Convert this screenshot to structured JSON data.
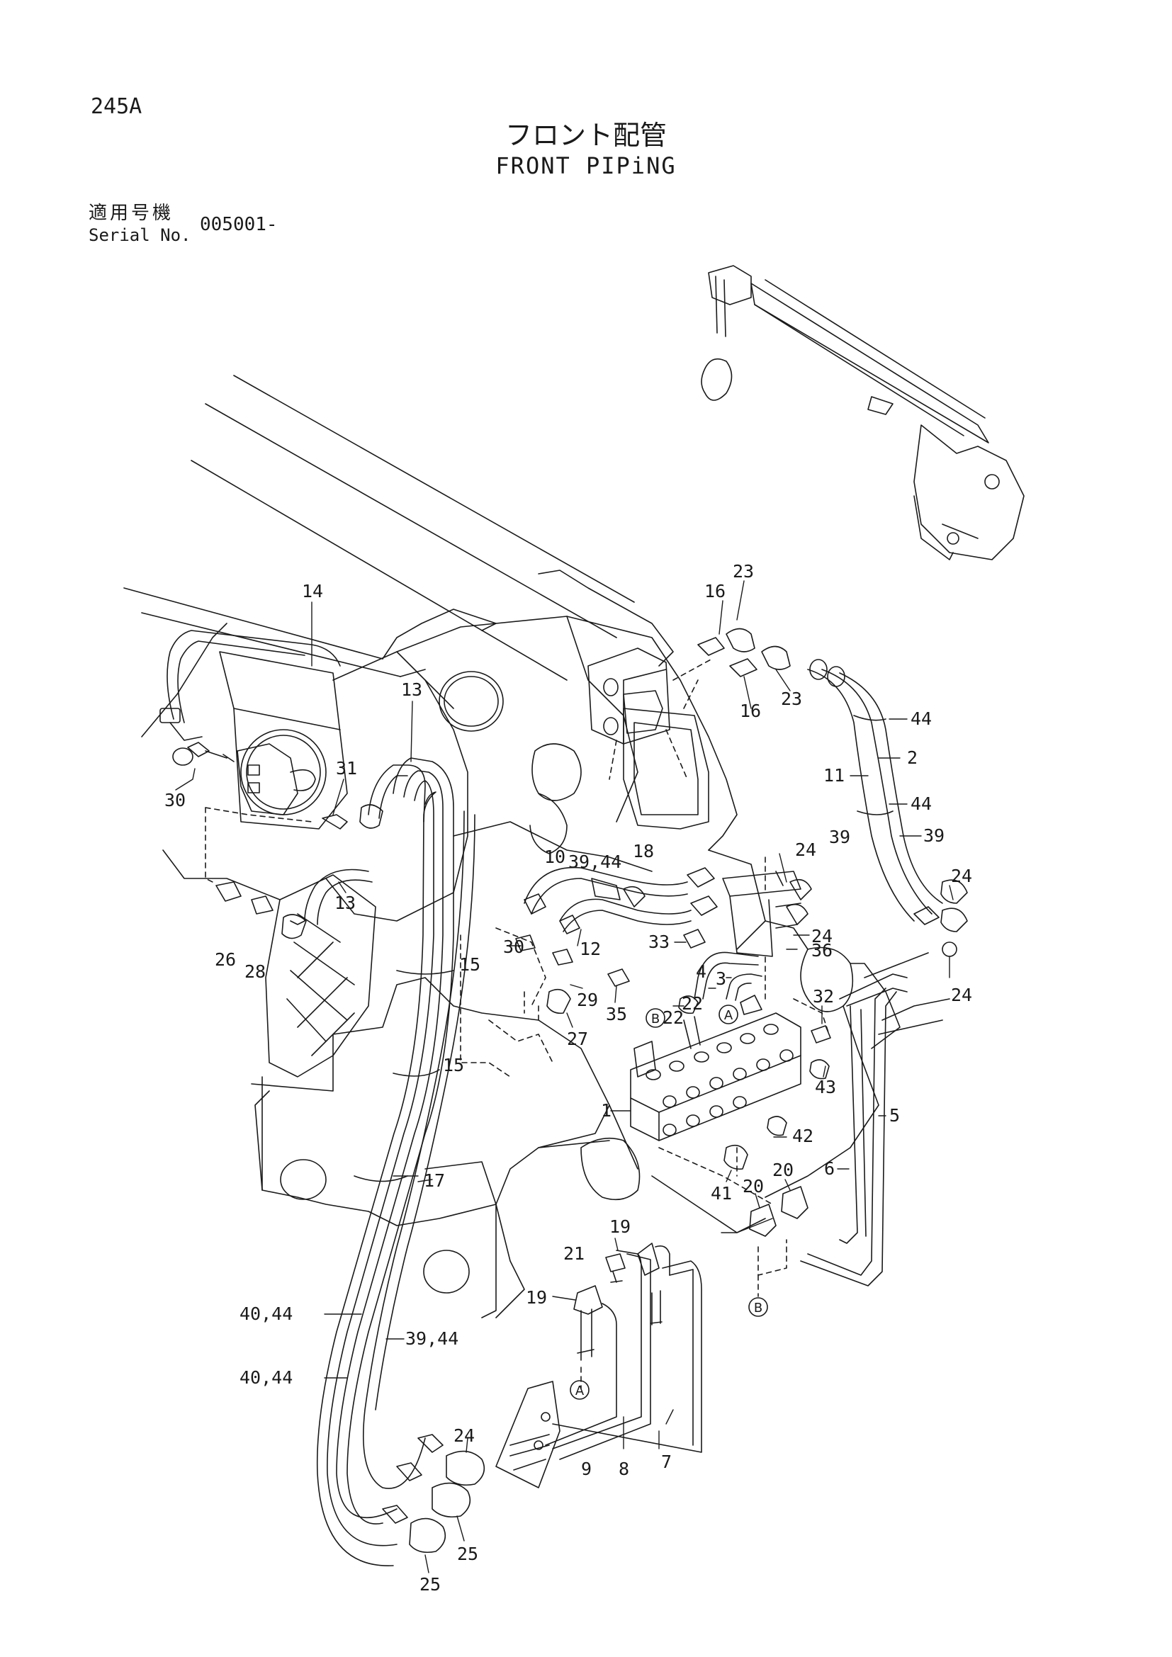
{
  "header": {
    "page_code": "245A",
    "title_jp": "フロント配管",
    "title_en": "FRONT PIPiNG",
    "serial_label_jp": "適用号機",
    "serial_label_en": "Serial No.",
    "serial_value": "005001-"
  },
  "callouts": [
    {
      "id": "c14",
      "text": "14"
    },
    {
      "id": "c13a",
      "text": "13"
    },
    {
      "id": "c13b",
      "text": "13"
    },
    {
      "id": "c31",
      "text": "31"
    },
    {
      "id": "c30a",
      "text": "30"
    },
    {
      "id": "c30b",
      "text": "30"
    },
    {
      "id": "c26",
      "text": "26"
    },
    {
      "id": "c28",
      "text": "28"
    },
    {
      "id": "c15a",
      "text": "15"
    },
    {
      "id": "c15b",
      "text": "15"
    },
    {
      "id": "c16a",
      "text": "16"
    },
    {
      "id": "c16b",
      "text": "16"
    },
    {
      "id": "c23a",
      "text": "23"
    },
    {
      "id": "c23b",
      "text": "23"
    },
    {
      "id": "c44a",
      "text": "44"
    },
    {
      "id": "c2",
      "text": "2"
    },
    {
      "id": "c11",
      "text": "11"
    },
    {
      "id": "c44b",
      "text": "44"
    },
    {
      "id": "c39a",
      "text": "39"
    },
    {
      "id": "c39b",
      "text": "39"
    },
    {
      "id": "c24a",
      "text": "24"
    },
    {
      "id": "c24b",
      "text": "24"
    },
    {
      "id": "c24c",
      "text": "24"
    },
    {
      "id": "c24d",
      "text": "24"
    },
    {
      "id": "c24e",
      "text": "24"
    },
    {
      "id": "c10",
      "text": "10"
    },
    {
      "id": "c3944a",
      "text": "39,44"
    },
    {
      "id": "c18",
      "text": "18"
    },
    {
      "id": "c12",
      "text": "12"
    },
    {
      "id": "c33",
      "text": "33"
    },
    {
      "id": "c36",
      "text": "36"
    },
    {
      "id": "c4",
      "text": "4"
    },
    {
      "id": "c3",
      "text": "3"
    },
    {
      "id": "c29",
      "text": "29"
    },
    {
      "id": "c35",
      "text": "35"
    },
    {
      "id": "c27",
      "text": "27"
    },
    {
      "id": "c22a",
      "text": "22"
    },
    {
      "id": "c22b",
      "text": "22"
    },
    {
      "id": "c32",
      "text": "32"
    },
    {
      "id": "c43",
      "text": "43"
    },
    {
      "id": "c1",
      "text": "1"
    },
    {
      "id": "c5",
      "text": "5"
    },
    {
      "id": "c42",
      "text": "42"
    },
    {
      "id": "c6",
      "text": "6"
    },
    {
      "id": "c41",
      "text": "41"
    },
    {
      "id": "c20a",
      "text": "20"
    },
    {
      "id": "c20b",
      "text": "20"
    },
    {
      "id": "c17",
      "text": "17"
    },
    {
      "id": "c19a",
      "text": "19"
    },
    {
      "id": "c19b",
      "text": "19"
    },
    {
      "id": "c21",
      "text": "21"
    },
    {
      "id": "c4044a",
      "text": "40,44"
    },
    {
      "id": "c3944b",
      "text": "39,44"
    },
    {
      "id": "c4044b",
      "text": "40,44"
    },
    {
      "id": "c9",
      "text": "9"
    },
    {
      "id": "c8",
      "text": "8"
    },
    {
      "id": "c7",
      "text": "7"
    },
    {
      "id": "c25a",
      "text": "25"
    },
    {
      "id": "c25b",
      "text": "25"
    }
  ],
  "markers": [
    {
      "id": "mA1",
      "text": "A"
    },
    {
      "id": "mB1",
      "text": "B"
    },
    {
      "id": "mA2",
      "text": "A"
    },
    {
      "id": "mB2",
      "text": "B"
    }
  ]
}
